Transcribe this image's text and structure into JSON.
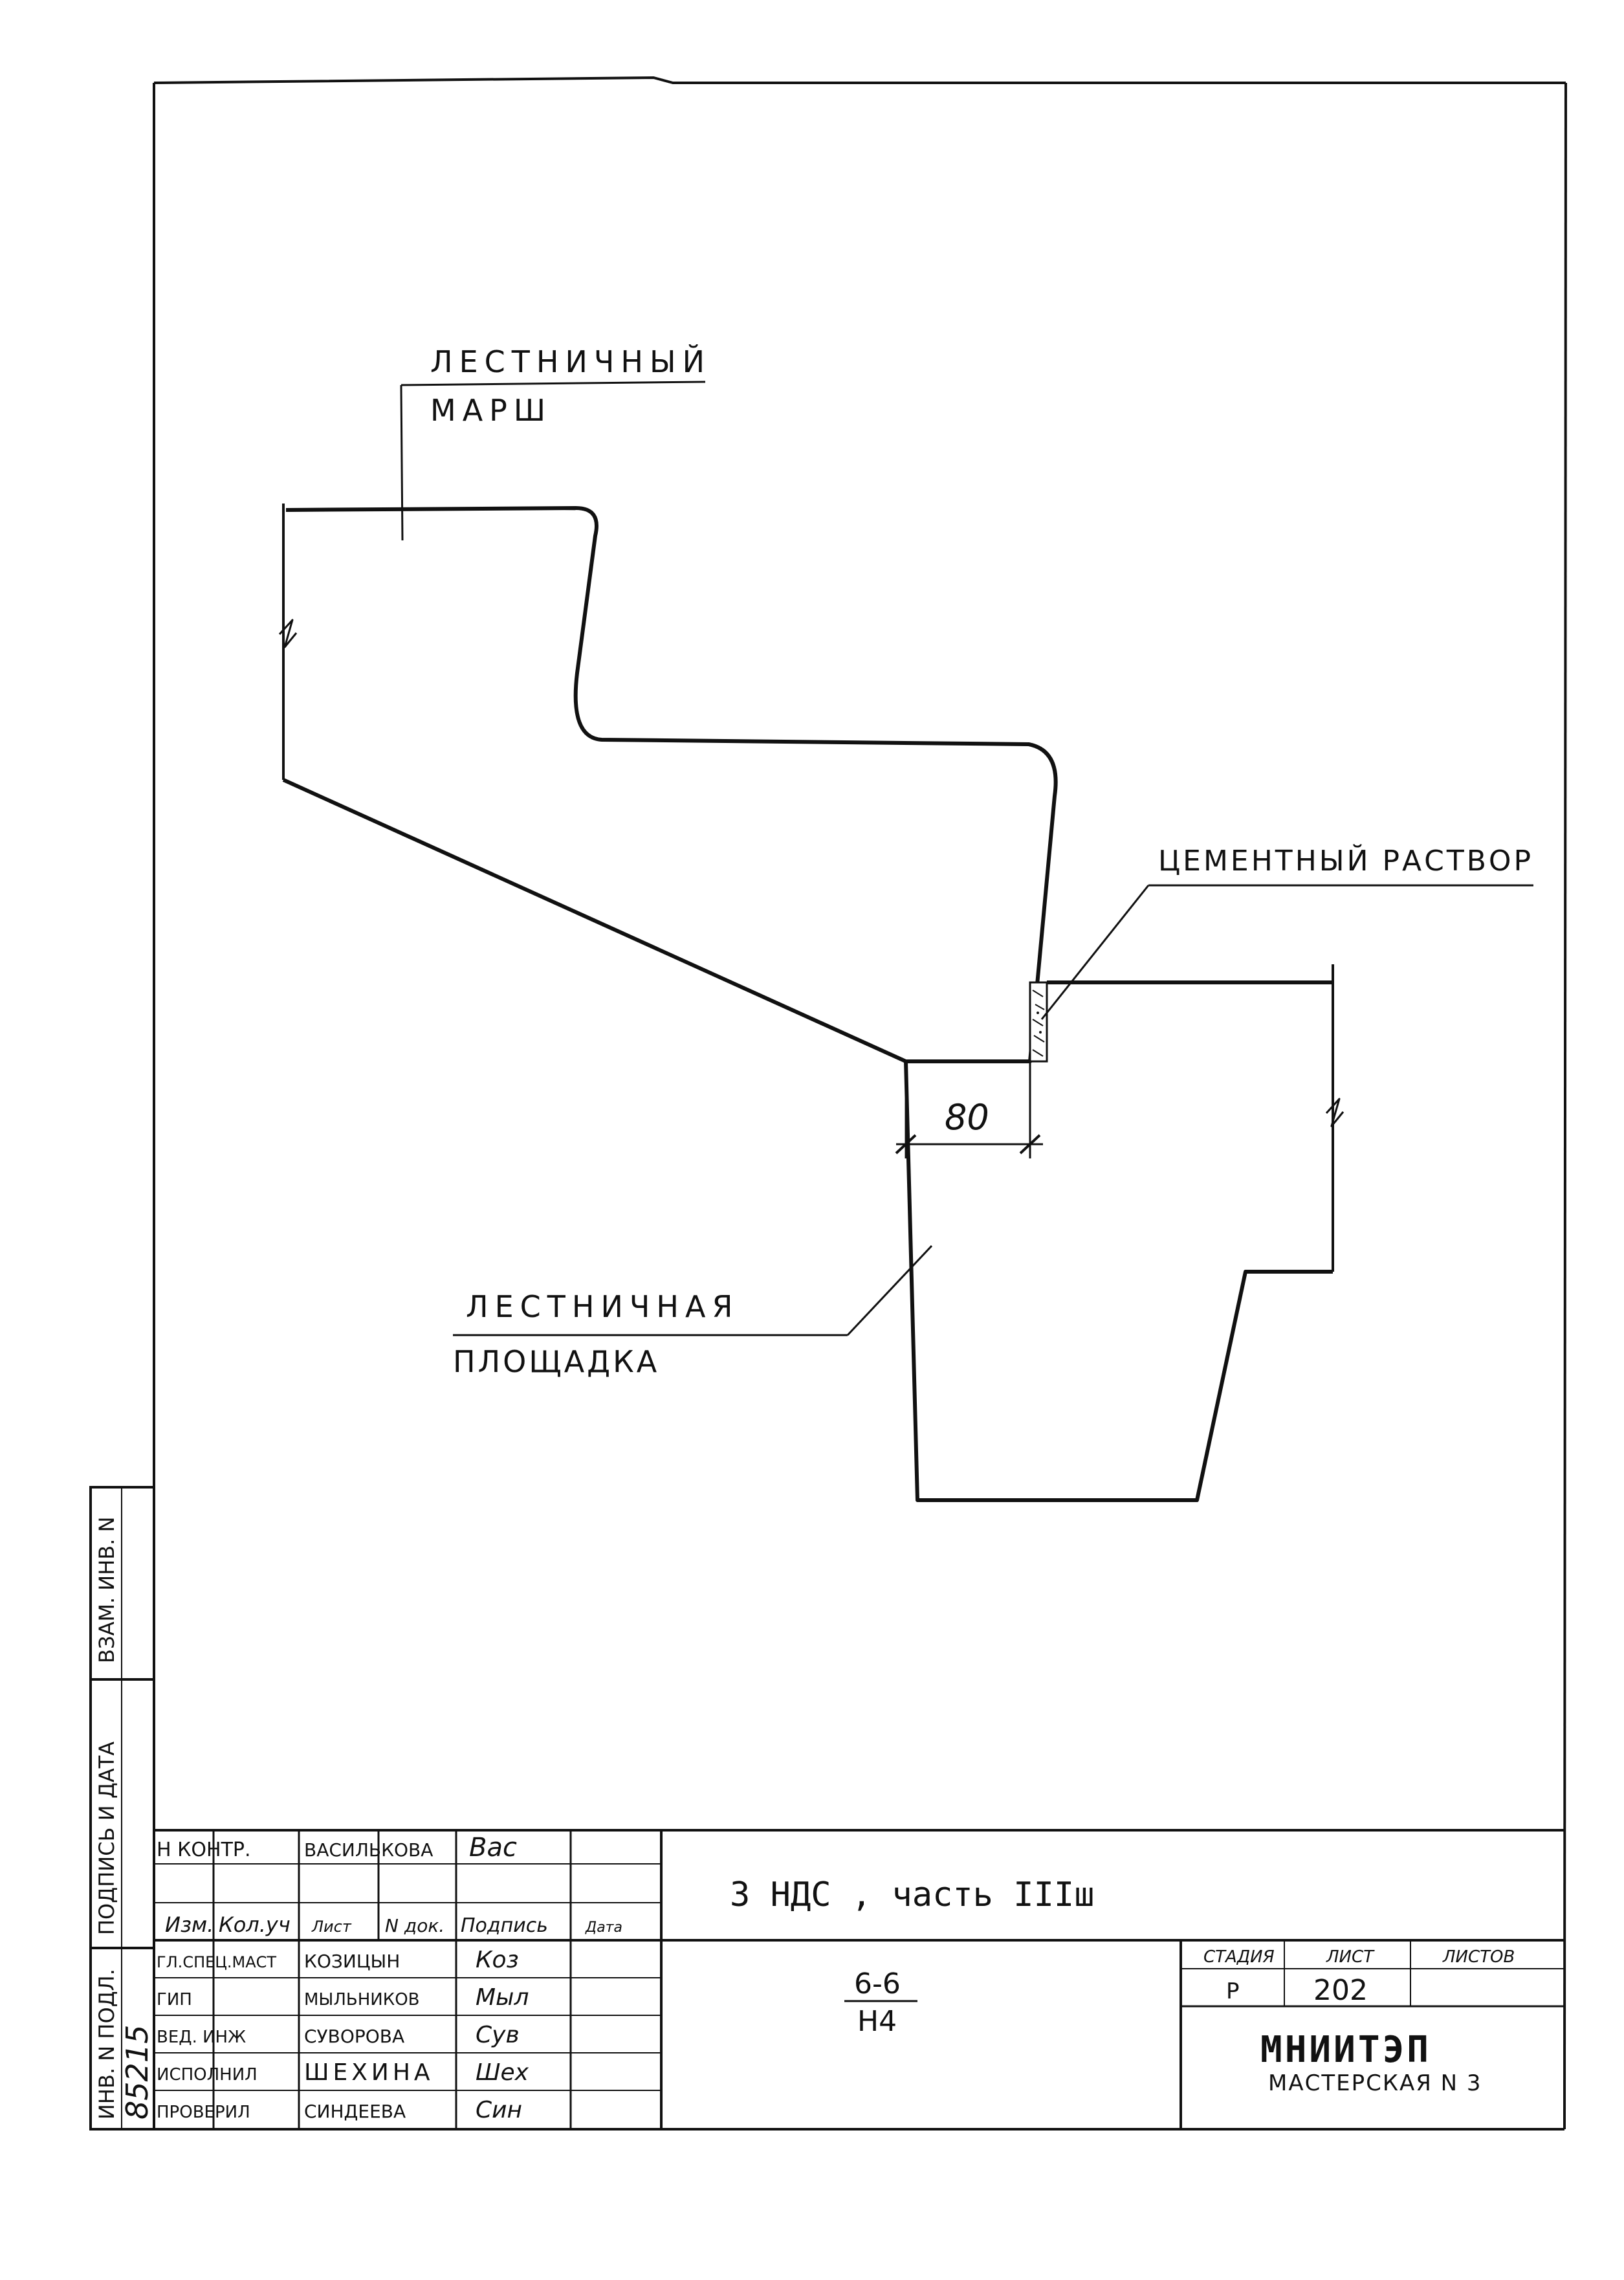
{
  "drawing": {
    "label_flight_line1": "ЛЕСТНИЧНЫЙ",
    "label_flight_line2": "МАРШ",
    "label_mortar": "ЦЕМЕНТНЫЙ РАСТВОР",
    "dimension_80": "80",
    "label_landing_line1": "ЛЕСТНИЧНАЯ",
    "label_landing_line2": "ПЛОЩАДКА"
  },
  "side_stamp": {
    "vzam_inv": "ВЗАМ. ИНВ. N",
    "signature_date": "ПОДПИСЬ И ДАТА",
    "inv_podl": "ИНВ. N ПОДЛ.",
    "inv_number": "85215"
  },
  "title_block": {
    "rows_top": [
      {
        "role": "Н КОНТР.",
        "name": "ВАСИЛЬКОВА",
        "sign": "Вас"
      }
    ],
    "header": {
      "izm": "Изм.",
      "kol_uch": "Кол.уч",
      "list": "Лист",
      "n_dok": "N док.",
      "podpis": "Подпись",
      "data": "Дата"
    },
    "rows_bottom": [
      {
        "role": "ГЛ.СПЕЦ.МАСТ",
        "name": "КОЗИЦЫН",
        "sign": "Коз"
      },
      {
        "role": "ГИП",
        "name": "МЫЛЬНИКОВ",
        "sign": "Мыл"
      },
      {
        "role": "ВЕД. ИНЖ",
        "name": "СУВОРОВА",
        "sign": "Сув"
      },
      {
        "role": "ИСПОЛНИЛ",
        "name": "ШЕХИНА",
        "sign": "Шех"
      },
      {
        "role": "ПРОВЕРИЛ",
        "name": "СИНДЕЕВА",
        "sign": "Син"
      }
    ],
    "project_title": "3 НДС , часть IIIш",
    "section_num": "6-6",
    "section_sub": "Н4",
    "stage_label": "СТАДИЯ",
    "sheet_label": "ЛИСТ",
    "sheets_label": "ЛИСТОВ",
    "stage_value": "Р",
    "sheet_value": "202",
    "org_name": "МНИИТЭП",
    "org_sub": "МАСТЕРСКАЯ N 3"
  }
}
